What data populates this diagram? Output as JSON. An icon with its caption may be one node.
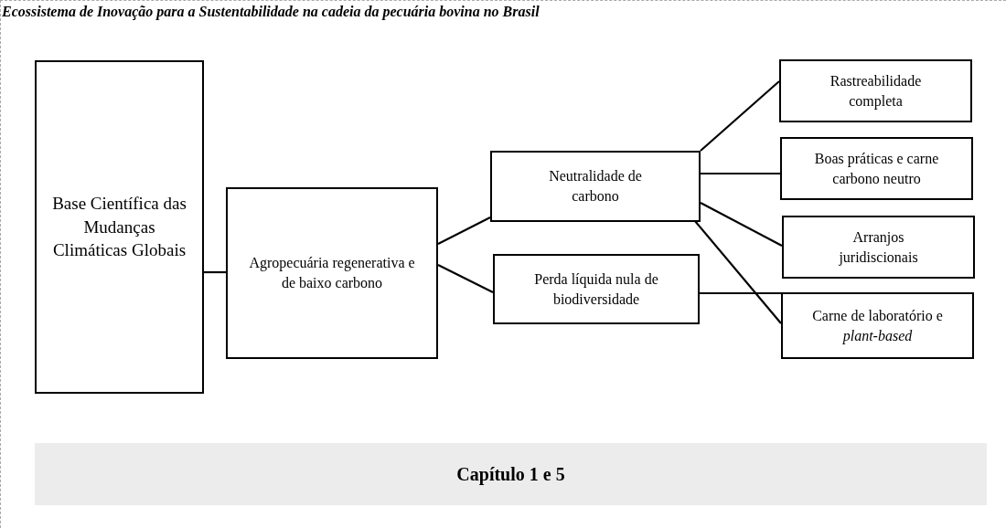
{
  "diagram": {
    "title": "Ecossistema de Inovação para a Sustentabilidade na cadeia da pecuária bovina no Brasil",
    "nodes": [
      {
        "text": [
          "Base Científica das Mudanças Climáticas Globais"
        ]
      },
      {
        "text": [
          "Agropecuária regenerativa e de baixo carbono"
        ]
      },
      {
        "text": [
          "Neutralidade de carbono"
        ]
      },
      {
        "text": [
          "Perda líquida nula de biodiversidade"
        ]
      },
      {
        "text": [
          "Rastreabilidade completa"
        ]
      },
      {
        "text": [
          "Boas práticas e carne carbono neutro"
        ]
      },
      {
        "text": [
          "Arranjos juridiscionais"
        ]
      },
      {
        "text": [
          "Carne de laboratório e *plant-based*"
        ]
      },
      {
        "text": [
          "Capítulo 1 e 5"
        ]
      }
    ],
    "edges": [
      {
        "from": 0,
        "to": 1,
        "arrow": "none"
      },
      {
        "from": 1,
        "to": 2,
        "arrow": "none"
      },
      {
        "from": 1,
        "to": 3,
        "arrow": "none"
      },
      {
        "from": 2,
        "to": 4,
        "arrow": "none"
      },
      {
        "from": 2,
        "to": 5,
        "arrow": "none"
      },
      {
        "from": 2,
        "to": 6,
        "arrow": "none"
      },
      {
        "from": 2,
        "to": 7,
        "arrow": "none"
      },
      {
        "from": 3,
        "to": 7,
        "arrow": "none"
      }
    ]
  }
}
